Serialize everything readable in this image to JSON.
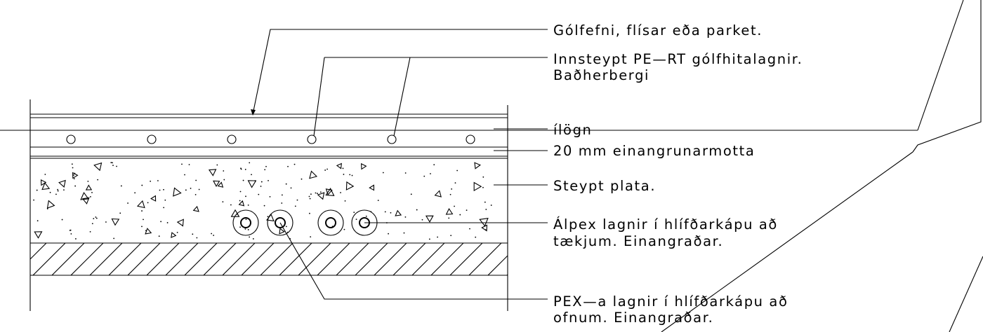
{
  "labels": {
    "floor_finish": "Gólfefni, flísar eða parket.",
    "heating_pipes_line1": "Innsteypt PE—RT gólfhitalagnir.",
    "heating_pipes_line2": "Baðherbergi",
    "ilogn": "ílögn",
    "insulation_mat": "20 mm einangrunarmotta",
    "concrete_slab": "Steypt plata.",
    "alpex_line1": "Álpex lagnir í hlífðarkápu að",
    "alpex_line2": "tækjum. Einangraðar.",
    "pex_line1": "PEX—a lagnir í hlífðarkápu að",
    "pex_line2": "ofnum. Einangraðar."
  },
  "colors": {
    "ink": "#000000",
    "paper": "#ffffff"
  }
}
